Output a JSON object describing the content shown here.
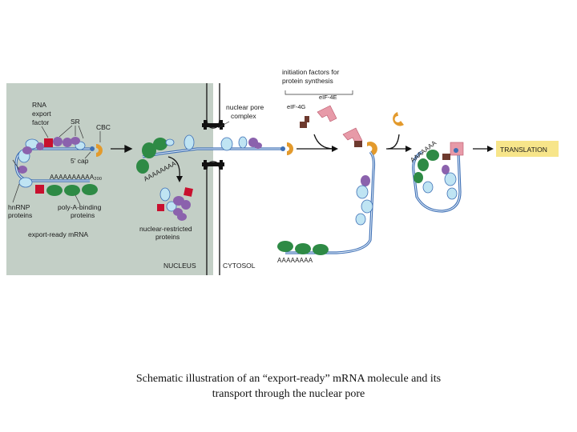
{
  "labels": {
    "rna_export_factor": [
      "RNA",
      "export",
      "factor"
    ],
    "sr": "SR",
    "cbc": "CBC",
    "five_cap": "5' cap",
    "polyA_tail": "AAAAAAAAAA",
    "polyA_tail_sub": "200",
    "hnrnp": [
      "hnRNP",
      "proteins"
    ],
    "pabp": [
      "poly-A-binding",
      "proteins"
    ],
    "export_ready": "export-ready mRNA",
    "nuclear_pore": [
      "nuclear pore",
      "complex"
    ],
    "nuclear_restricted": [
      "nuclear-restricted",
      "proteins"
    ],
    "nucleus": "NUCLEUS",
    "cytosol": "CYTOSOL",
    "initiation_factors": [
      "initiation factors for",
      "protein synthesis"
    ],
    "eif4e": "eIF-4E",
    "eif4g": "eIF-4G",
    "polyA_cytosol": "AAAAAAAA",
    "polyA_circle": "AAAAAAA",
    "translation": "TRANSLATION"
  },
  "caption": {
    "line1": "Schematic illustration of an “export-ready” mRNA molecule and its",
    "line2": "transport through the nuclear pore"
  },
  "colors": {
    "nucleus_bg": "#c3cfc6",
    "green": "#2e8a45",
    "purple": "#8b62ad",
    "light_blue": "#bfe4f3",
    "red": "#c8102e",
    "orange": "#e39a2c",
    "pink": "#e79aa8",
    "brown": "#6e3a2e",
    "rna_blue": "#3d6fb5",
    "translation_bg": "#f7e58a"
  }
}
